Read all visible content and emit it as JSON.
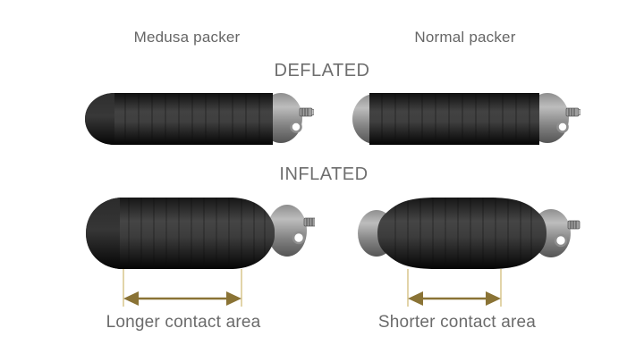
{
  "diagram": {
    "columns": {
      "left": {
        "title": "Medusa packer"
      },
      "right": {
        "title": "Normal packer"
      }
    },
    "states": {
      "deflated": "DEFLATED",
      "inflated": "INFLATED"
    },
    "annotations": {
      "longer_contact": "Longer contact area",
      "shorter_contact": "Shorter contact area"
    },
    "colors": {
      "background": "#ffffff",
      "label_text": "#6b6b6b",
      "title_text": "#666666",
      "arrow": "#8a7335",
      "guide_line": "#d8c68c",
      "packer_body_dark": "#3f3f3f",
      "packer_body_black": "#0a0a0a",
      "end_cap_grey": "#9a9a9a"
    }
  }
}
